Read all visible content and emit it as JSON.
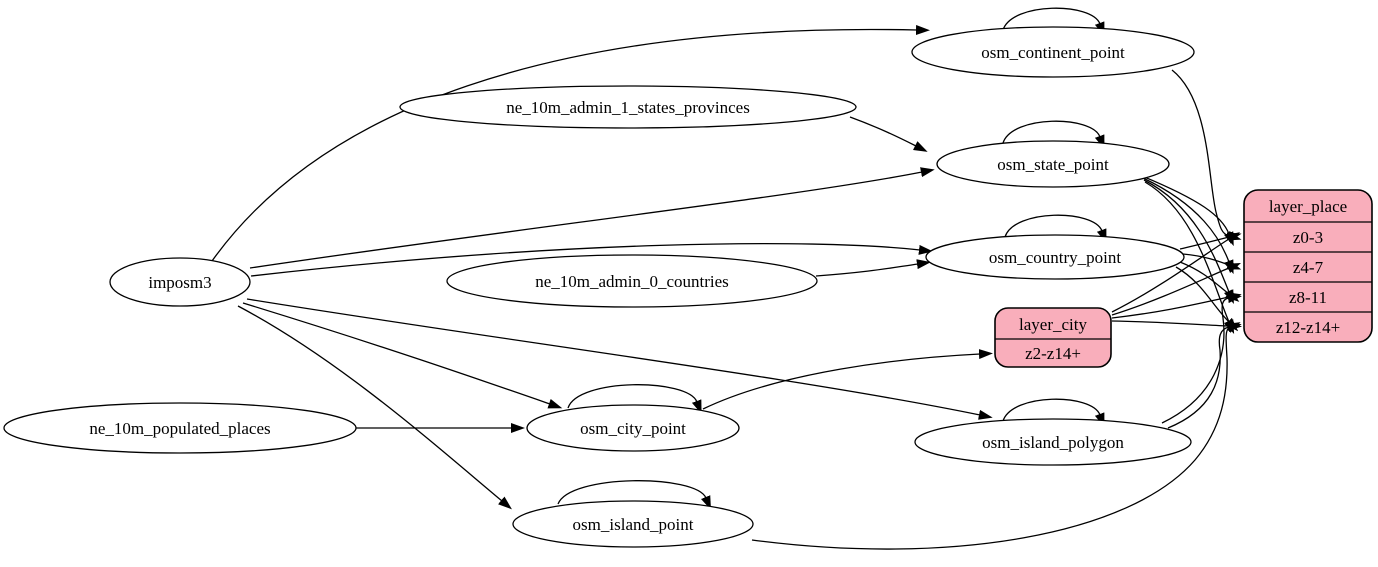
{
  "diagram": {
    "type": "etl-dependency-graph",
    "colors": {
      "background": "#ffffff",
      "node_fill": "#ffffff",
      "record_fill": "#f9aebb",
      "stroke": "#000000"
    },
    "nodes": {
      "imposm3": {
        "label": "imposm3"
      },
      "ne_10m_admin_1_states_provinces": {
        "label": "ne_10m_admin_1_states_provinces"
      },
      "ne_10m_admin_0_countries": {
        "label": "ne_10m_admin_0_countries"
      },
      "ne_10m_populated_places": {
        "label": "ne_10m_populated_places"
      },
      "osm_continent_point": {
        "label": "osm_continent_point"
      },
      "osm_state_point": {
        "label": "osm_state_point"
      },
      "osm_country_point": {
        "label": "osm_country_point"
      },
      "osm_city_point": {
        "label": "osm_city_point"
      },
      "osm_island_polygon": {
        "label": "osm_island_polygon"
      },
      "osm_island_point": {
        "label": "osm_island_point"
      }
    },
    "records": {
      "layer_place": {
        "title": "layer_place",
        "rows": [
          "z0-3",
          "z4-7",
          "z8-11",
          "z12-z14+"
        ]
      },
      "layer_city": {
        "title": "layer_city",
        "rows": [
          "z2-z14+"
        ]
      }
    },
    "edges": [
      {
        "from": "imposm3",
        "to": "osm_continent_point"
      },
      {
        "from": "imposm3",
        "to": "osm_state_point"
      },
      {
        "from": "imposm3",
        "to": "osm_country_point"
      },
      {
        "from": "imposm3",
        "to": "osm_city_point"
      },
      {
        "from": "imposm3",
        "to": "osm_island_polygon"
      },
      {
        "from": "imposm3",
        "to": "osm_island_point"
      },
      {
        "from": "ne_10m_admin_1_states_provinces",
        "to": "osm_state_point"
      },
      {
        "from": "ne_10m_admin_0_countries",
        "to": "osm_country_point"
      },
      {
        "from": "ne_10m_populated_places",
        "to": "osm_city_point"
      },
      {
        "from": "osm_continent_point",
        "to": "osm_continent_point"
      },
      {
        "from": "osm_state_point",
        "to": "osm_state_point"
      },
      {
        "from": "osm_country_point",
        "to": "osm_country_point"
      },
      {
        "from": "osm_city_point",
        "to": "osm_city_point"
      },
      {
        "from": "osm_island_polygon",
        "to": "osm_island_polygon"
      },
      {
        "from": "osm_island_point",
        "to": "osm_island_point"
      },
      {
        "from": "osm_continent_point",
        "to": "layer_place",
        "port": "z0-3"
      },
      {
        "from": "osm_state_point",
        "to": "layer_place",
        "port": "z0-3"
      },
      {
        "from": "osm_state_point",
        "to": "layer_place",
        "port": "z4-7"
      },
      {
        "from": "osm_state_point",
        "to": "layer_place",
        "port": "z8-11"
      },
      {
        "from": "osm_state_point",
        "to": "layer_place",
        "port": "z12-z14+"
      },
      {
        "from": "osm_country_point",
        "to": "layer_place",
        "port": "z0-3"
      },
      {
        "from": "osm_country_point",
        "to": "layer_place",
        "port": "z4-7"
      },
      {
        "from": "osm_country_point",
        "to": "layer_place",
        "port": "z8-11"
      },
      {
        "from": "osm_country_point",
        "to": "layer_place",
        "port": "z12-z14+"
      },
      {
        "from": "osm_city_point",
        "to": "layer_city",
        "port": "z2-z14+"
      },
      {
        "from": "layer_city",
        "to": "layer_place",
        "port": "z0-3"
      },
      {
        "from": "layer_city",
        "to": "layer_place",
        "port": "z4-7"
      },
      {
        "from": "layer_city",
        "to": "layer_place",
        "port": "z8-11"
      },
      {
        "from": "layer_city",
        "to": "layer_place",
        "port": "z12-z14+"
      },
      {
        "from": "osm_island_polygon",
        "to": "layer_place",
        "port": "z8-11"
      },
      {
        "from": "osm_island_polygon",
        "to": "layer_place",
        "port": "z12-z14+"
      },
      {
        "from": "osm_island_point",
        "to": "layer_place",
        "port": "z12-z14+"
      }
    ]
  }
}
